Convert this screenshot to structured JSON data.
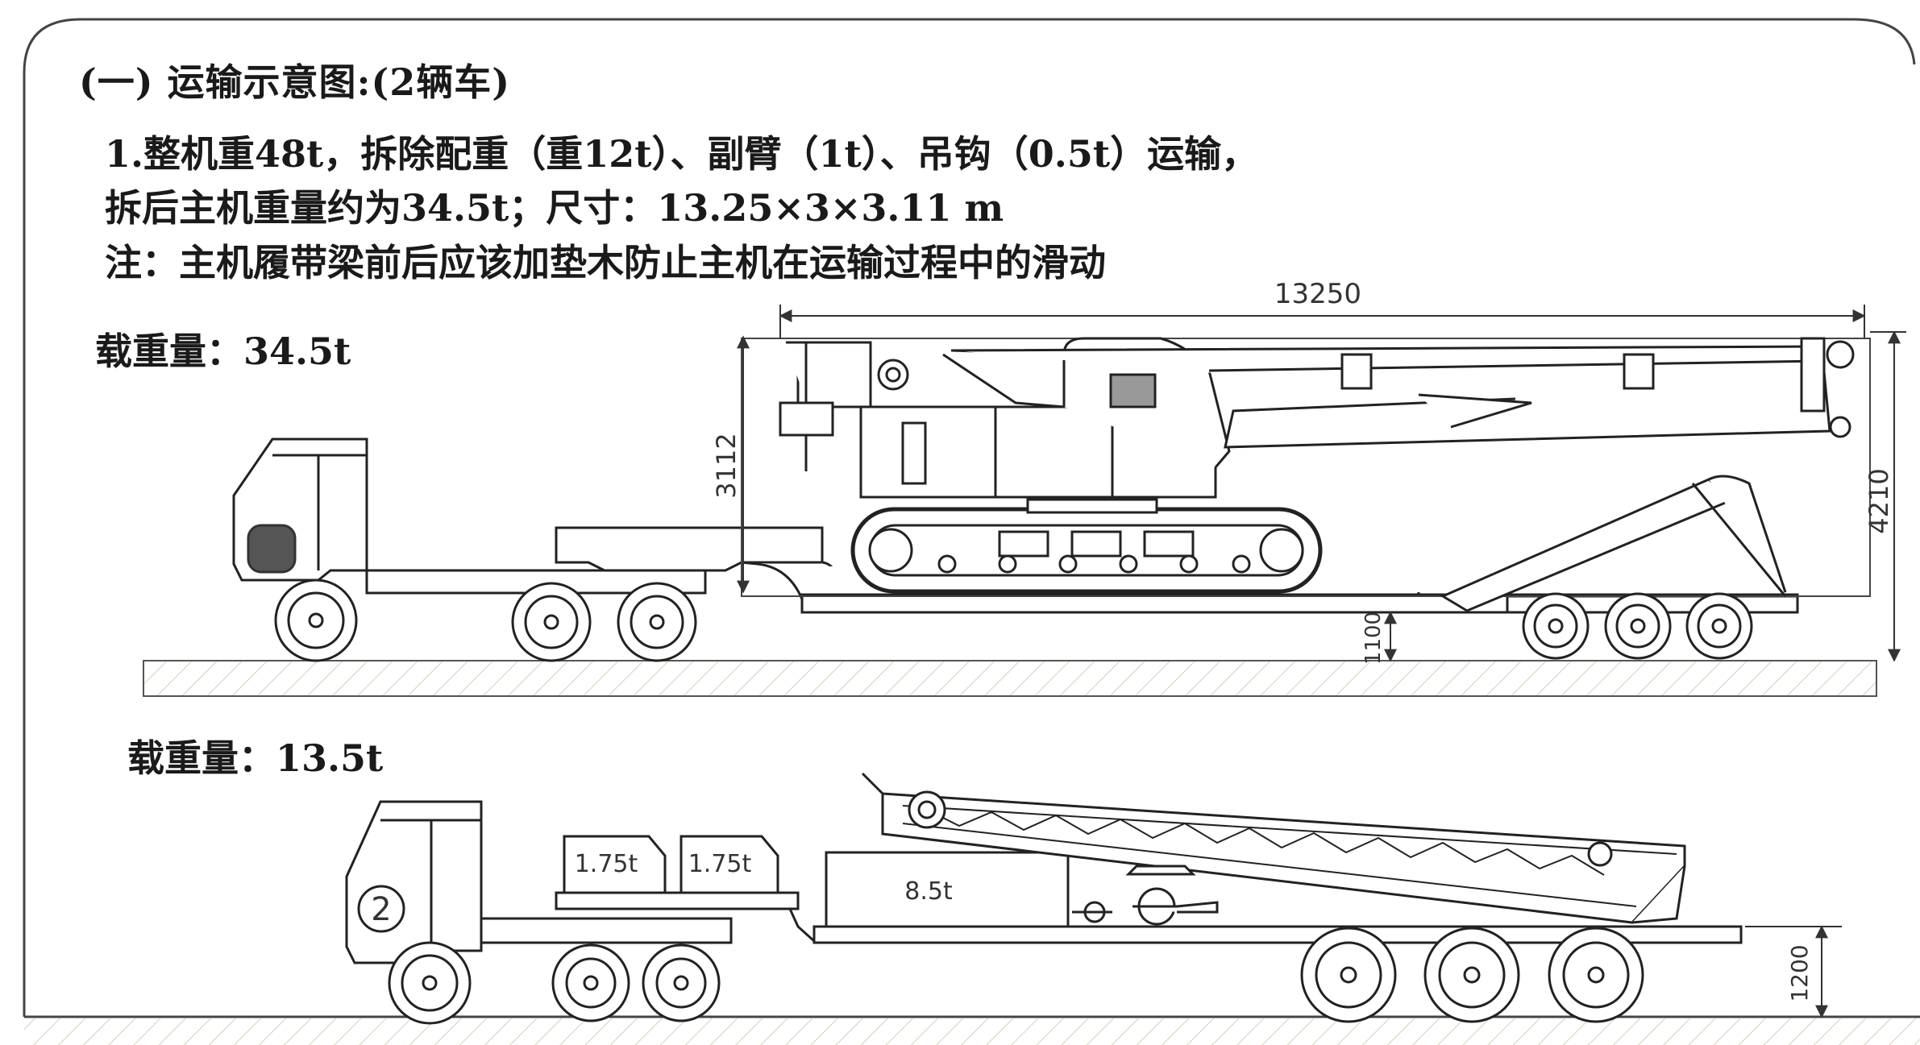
{
  "title": "(一) 运输示意图:(2辆车)",
  "description": {
    "line1": "1.整机重48t，拆除配重（重12t）、副臂（1t）、吊钩（0.5t）运输，",
    "line2": "拆后主机重量约为34.5t；尺寸：13.25×3×3.11 m",
    "note": "注：主机履带梁前后应该加垫木防止主机在运输过程中的滑动"
  },
  "truck1": {
    "load_label": "载重量：34.5t",
    "dim_length": "13250",
    "dim_machine_height": "3112",
    "dim_total_height": "4210",
    "dim_deck_height": "1100"
  },
  "truck2": {
    "load_label": "载重量：13.5t",
    "vehicle_number": "2",
    "counterweight_a": "1.75t",
    "counterweight_b": "1.75t",
    "counterweight_main": "8.5t",
    "dim_deck_height": "1200"
  }
}
